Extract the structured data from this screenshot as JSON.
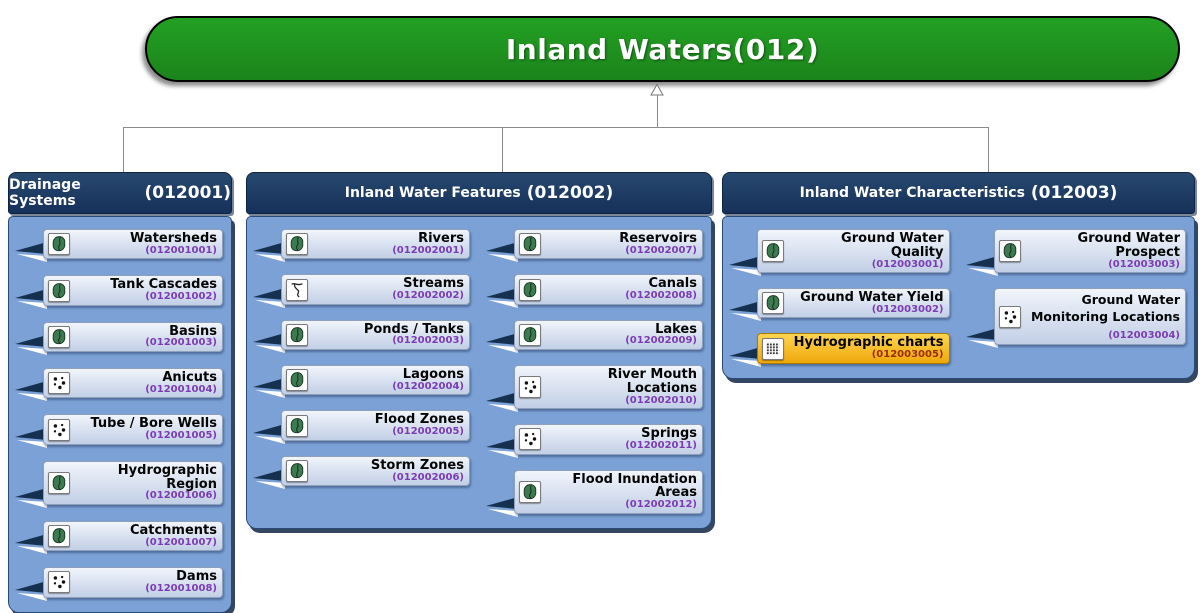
{
  "root": {
    "title": "Inland Waters(012)"
  },
  "colors": {
    "root_green": "#1f8f1f",
    "header_navy": "#1c3a63",
    "panel_blue": "#7ba1d6",
    "bar_light": "#e9eef7",
    "code_purple": "#7c3cb4",
    "highlight_yellow": "#f5b511",
    "highlight_code_red": "#9c2e00",
    "connector_gray": "#8a8a8a"
  },
  "panels": [
    {
      "title": "Drainage Systems",
      "code": "(012001)",
      "columns": [
        [
          {
            "label": "Watersheds",
            "code": "(012001001)",
            "icon": "polygon-icon"
          },
          {
            "label": "Tank Cascades",
            "code": "(012001002)",
            "icon": "polygon-icon"
          },
          {
            "label": "Basins",
            "code": "(012001003)",
            "icon": "polygon-icon"
          },
          {
            "label": "Anicuts",
            "code": "(012001004)",
            "icon": "point-icon"
          },
          {
            "label": "Tube / Bore Wells",
            "code": "(012001005)",
            "icon": "point-icon"
          },
          {
            "label": "Hydrographic Region",
            "code": "(012001006)",
            "icon": "polygon-icon"
          },
          {
            "label": "Catchments",
            "code": "(012001007)",
            "icon": "polygon-icon"
          },
          {
            "label": "Dams",
            "code": "(012001008)",
            "icon": "point-icon"
          }
        ]
      ]
    },
    {
      "title": "Inland Water Features",
      "code": "(012002)",
      "columns": [
        [
          {
            "label": "Rivers",
            "code": "(012002001)",
            "icon": "polygon-icon"
          },
          {
            "label": "Streams",
            "code": "(012002002)",
            "icon": "polyline-icon"
          },
          {
            "label": "Ponds / Tanks",
            "code": "(012002003)",
            "icon": "polygon-icon"
          },
          {
            "label": "Lagoons",
            "code": "(012002004)",
            "icon": "polygon-icon"
          },
          {
            "label": "Flood Zones",
            "code": "(012002005)",
            "icon": "polygon-icon"
          },
          {
            "label": "Storm Zones",
            "code": "(012002006)",
            "icon": "polygon-icon"
          }
        ],
        [
          {
            "label": "Reservoirs",
            "code": "(012002007)",
            "icon": "polygon-icon"
          },
          {
            "label": "Canals",
            "code": "(012002008)",
            "icon": "polygon-icon"
          },
          {
            "label": "Lakes",
            "code": "(012002009)",
            "icon": "polygon-icon"
          },
          {
            "label": "River Mouth Locations",
            "code": "(012002010)",
            "icon": "point-icon"
          },
          {
            "label": "Springs",
            "code": "(012002011)",
            "icon": "point-icon"
          },
          {
            "label": "Flood Inundation Areas",
            "code": "(012002012)",
            "icon": "polygon-icon"
          }
        ]
      ]
    },
    {
      "title": "Inland Water Characteristics",
      "code": "(012003)",
      "columns": [
        [
          {
            "label": "Ground Water Quality",
            "code": "(012003001)",
            "icon": "polygon-icon"
          },
          {
            "label": "Ground Water Yield",
            "code": "(012003002)",
            "icon": "polygon-icon"
          },
          {
            "label": "Hydrographic charts",
            "code": "(012003005)",
            "icon": "raster-grid-icon",
            "highlighted": true
          }
        ],
        [
          {
            "label": "Ground Water Prospect",
            "code": "(012003003)",
            "icon": "polygon-icon"
          },
          {
            "label": "Ground Water Monitoring Locations",
            "code": "(012003004)",
            "icon": "point-icon",
            "code_inline": true
          }
        ]
      ]
    }
  ]
}
